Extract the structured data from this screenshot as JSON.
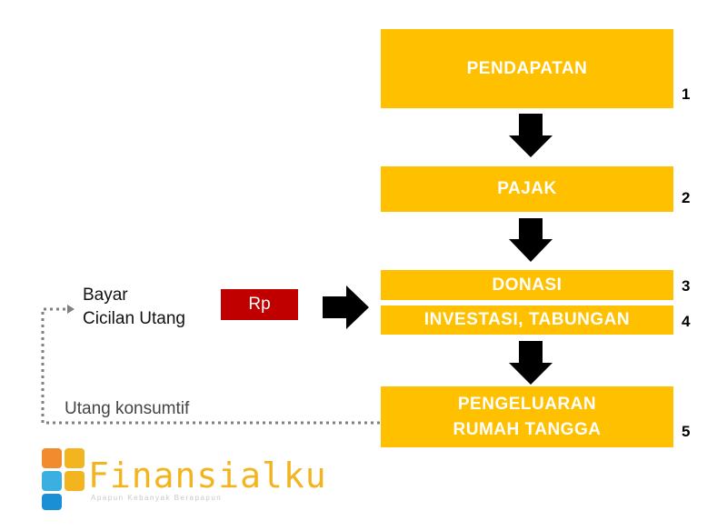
{
  "flow": {
    "steps": [
      {
        "label": "PENDAPATAN",
        "number": "1"
      },
      {
        "label": "PAJAK",
        "number": "2"
      },
      {
        "label": "DONASI",
        "number": "3"
      },
      {
        "label": "INVESTASI, TABUNGAN",
        "number": "4"
      },
      {
        "label_line1": "PENGELUARAN",
        "label_line2": "RUMAH TANGGA",
        "number": "5"
      }
    ]
  },
  "side": {
    "debt_line1": "Bayar",
    "debt_line2": "Cicilan Utang",
    "money_label": "Rp",
    "consumer_debt": "Utang konsumtif"
  },
  "logo": {
    "brand": "Finansialku",
    "tagline": "Apapun Kebanyak Berapapun"
  },
  "colors": {
    "box": "#FFC000",
    "money": "#C00000",
    "arrow": "#000000",
    "dotted_line": "#808080"
  }
}
